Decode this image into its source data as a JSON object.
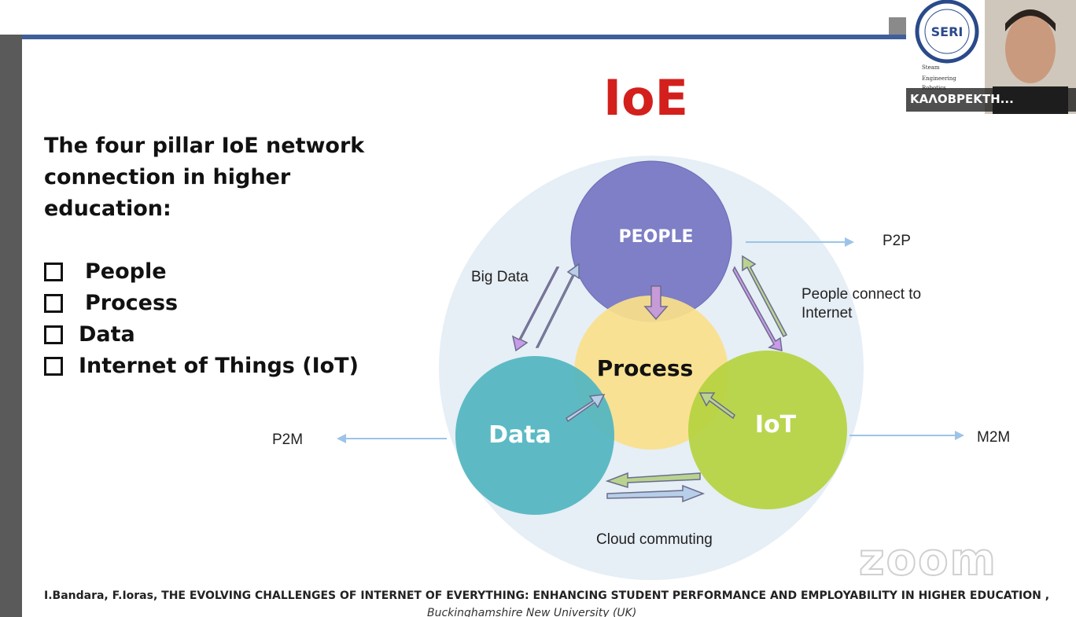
{
  "slide": {
    "title": "IoE",
    "intro_lines": [
      "The four pillar IoE network",
      "connection in higher",
      "education:"
    ],
    "pillars": [
      "People",
      "Process",
      "Data",
      "Internet of Things (IoT)"
    ],
    "citation": "I.Bandara, F.Ioras, THE EVOLVING CHALLENGES OF INTERNET OF EVERYTHING: ENHANCING STUDENT PERFORMANCE AND EMPLOYABILITY IN HIGHER EDUCATION ,",
    "citation_sub": "Buckinghamshire New University (UK)"
  },
  "diagram": {
    "circles": {
      "people": "PEOPLE",
      "process": "Process",
      "data": "Data",
      "iot": "IoT"
    },
    "labels": {
      "big_data": "Big Data",
      "people_connect_1": "People connect to",
      "people_connect_2": "Internet",
      "cloud": "Cloud commuting",
      "p2p": "P2P",
      "p2m": "P2M",
      "m2m": "M2M"
    },
    "colors": {
      "people": "#7e7fc6",
      "process": "#fbe08a",
      "data": "#55b6c1",
      "iot": "#b5d33f",
      "halo": "#e6eef6",
      "title": "#d3201c"
    }
  },
  "video": {
    "participant_name": "ΚΑΛΟΒΡΕΚΤΗ...",
    "logo_text": "SERI",
    "logo_caption": [
      "Steam",
      "Engineering",
      "Robotics"
    ]
  },
  "watermark": "zoom"
}
